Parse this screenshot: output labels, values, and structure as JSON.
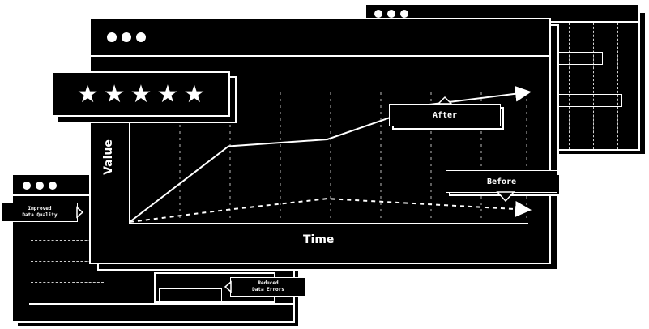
{
  "colors": {
    "background": "#ffffff",
    "window": "#000000",
    "stroke": "#ffffff"
  },
  "rating": {
    "stars": 5,
    "max": 5
  },
  "chart_data": {
    "type": "line",
    "xlabel": "Time",
    "ylabel": "Value",
    "series": [
      {
        "name": "After",
        "style": "solid",
        "x": [
          0,
          1,
          2,
          3,
          4
        ],
        "y": [
          0,
          0.55,
          0.6,
          0.85,
          0.94
        ]
      },
      {
        "name": "Before",
        "style": "dashed",
        "x": [
          0,
          1,
          2,
          3,
          4
        ],
        "y": [
          0,
          0.09,
          0.17,
          0.13,
          0.09
        ]
      }
    ],
    "grid": "vertical-dashed",
    "legend": "callouts"
  },
  "callouts": {
    "after": "After",
    "before": "Before",
    "improved_line1": "Improved",
    "improved_line2": "Data Quality",
    "reduced_line1": "Reduced",
    "reduced_line2": "Data Errors"
  }
}
